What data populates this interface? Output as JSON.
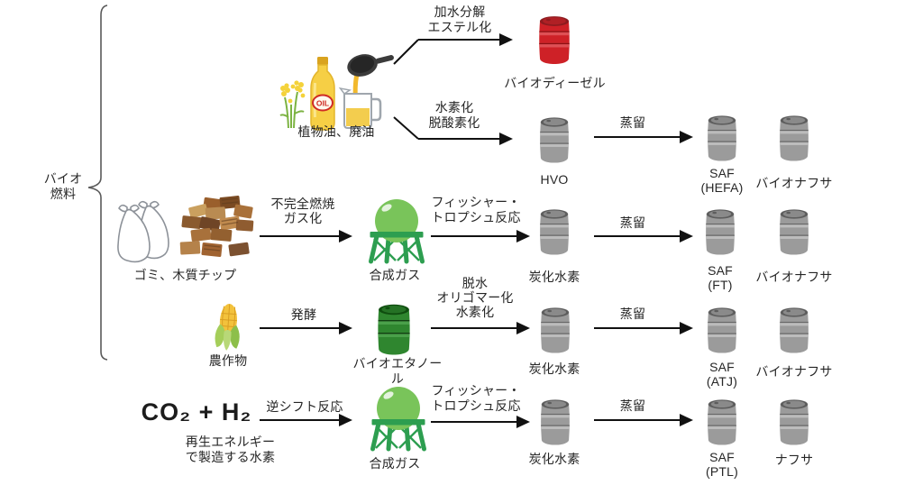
{
  "group": {
    "label": "バイオ\n燃料"
  },
  "rows": {
    "oil": {
      "source": "植物油、廃油",
      "process_ester": "加水分解\nエステル化",
      "biodiesel": "バイオディーゼル",
      "process_hydro": "水素化\n脱酸素化",
      "hvo": "HVO",
      "distill": "蒸留",
      "saf": "SAF\n(HEFA)",
      "naphtha": "バイオナフサ"
    },
    "waste": {
      "source": "ゴミ、木質チップ",
      "process_gasify": "不完全燃焼\nガス化",
      "syngas": "合成ガス",
      "process_ft": "フィッシャー・\nトロプシュ反応",
      "hydrocarbon": "炭化水素",
      "distill": "蒸留",
      "saf": "SAF\n(FT)",
      "naphtha": "バイオナフサ"
    },
    "crop": {
      "source": "農作物",
      "process_ferment": "発酵",
      "ethanol": "バイオエタノール",
      "process_upgrade": "脱水\nオリゴマー化\n水素化",
      "hydrocarbon": "炭化水素",
      "distill": "蒸留",
      "saf": "SAF\n(ATJ)",
      "naphtha": "バイオナフサ"
    },
    "co2": {
      "formula": "CO₂ + H₂",
      "note": "再生エネルギー\nで製造する水素",
      "process_shift": "逆シフト反応",
      "syngas": "合成ガス",
      "process_ft": "フィッシャー・\nトロプシュ反応",
      "hydrocarbon": "炭化水素",
      "distill": "蒸留",
      "saf": "SAF\n(PTL)",
      "naphtha": "ナフサ"
    }
  },
  "icons": {
    "rapeseed_flower": "rapeseed-flower-icon",
    "oil_bottle": "oil-bottle-icon",
    "oil_bottle_text": "OIL",
    "frying_pan": "frying-pan-pour-icon",
    "trash_bags": "trash-bags-icon",
    "wood_chips": "wood-chips-icon",
    "corn": "corn-icon",
    "gas_holder": "spherical-gas-tank-icon",
    "drum": "oil-drum-icon"
  },
  "colors": {
    "drum_red": "#ce2127",
    "drum_gray": "#9b9b9b",
    "drum_green": "#2f862f",
    "tank_green": "#79c45a",
    "tank_frame": "#2d9e50",
    "arrow": "#111111",
    "bracket": "#5a5a5a"
  }
}
